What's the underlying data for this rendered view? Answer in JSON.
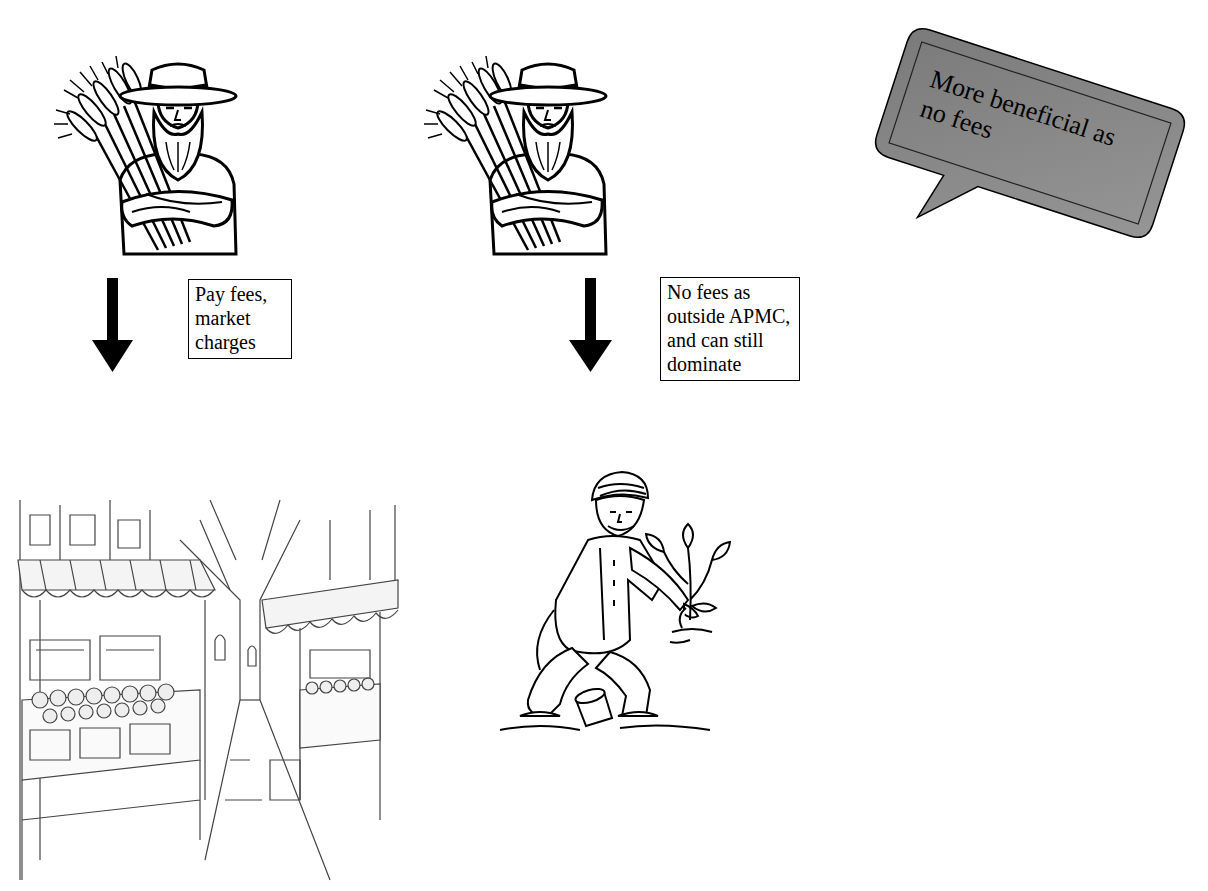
{
  "diagram": {
    "nodes": [
      {
        "text": [
          "More beneficial as no fees"
        ]
      },
      {
        "text": [
          "Pay fees, market charges"
        ]
      },
      {
        "text": [
          "No fees as outside APMC, and can still dominate"
        ]
      }
    ]
  }
}
